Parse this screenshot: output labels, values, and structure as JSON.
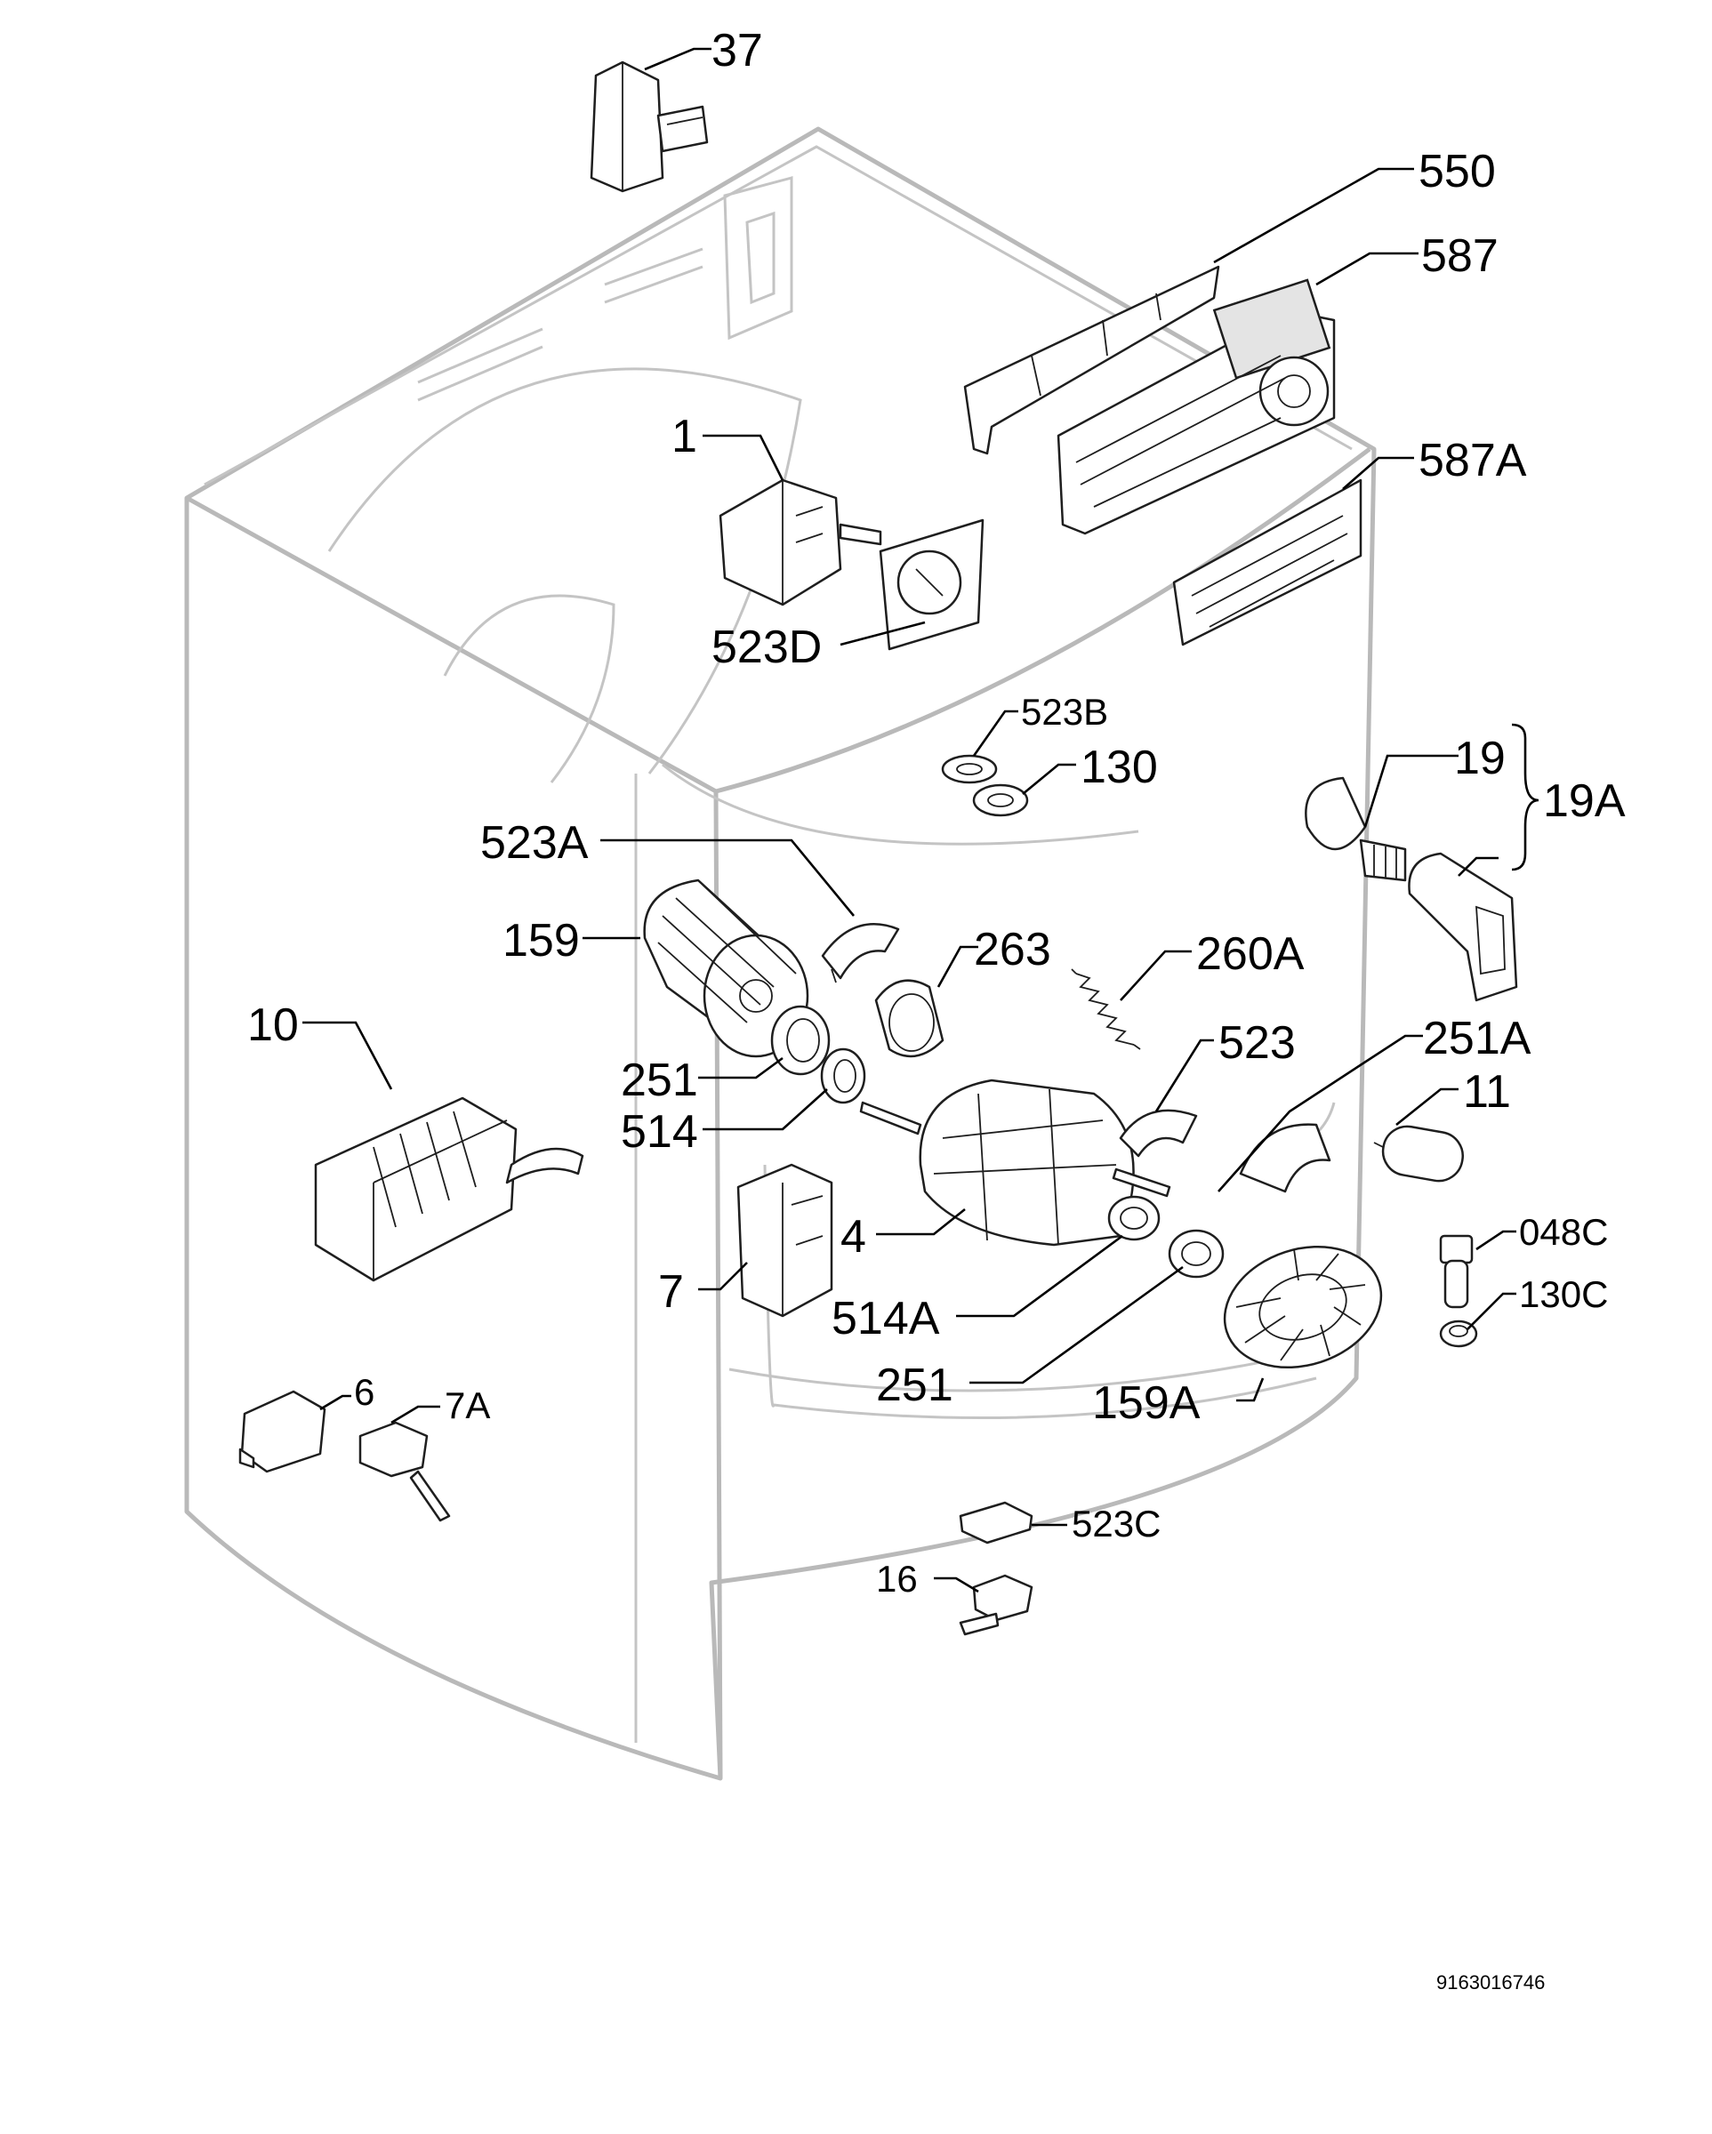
{
  "diagram": {
    "document_number": "9163016746",
    "labels": {
      "p37": "37",
      "p550": "550",
      "p587": "587",
      "p1": "1",
      "p587A": "587A",
      "p523D": "523D",
      "p523B": "523B",
      "p130": "130",
      "p19": "19",
      "p19A": "19A",
      "p523A": "523A",
      "p159": "159",
      "p263": "263",
      "p260A": "260A",
      "p10": "10",
      "p523": "523",
      "p251A": "251A",
      "p251a": "251",
      "p514": "514",
      "p11": "11",
      "p4": "4",
      "p048C": "048C",
      "p7": "7",
      "p130C": "130C",
      "p514A": "514A",
      "p251b": "251",
      "p159A": "159A",
      "p6": "6",
      "p7A": "7A",
      "p523C": "523C",
      "p16": "16"
    }
  }
}
